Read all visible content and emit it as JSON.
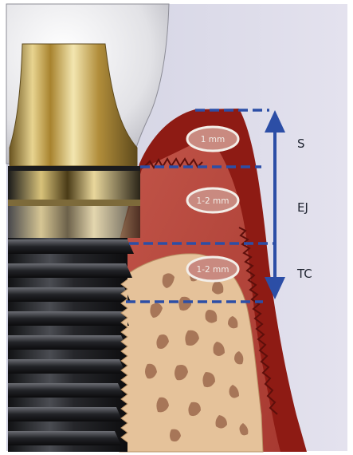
{
  "diagram": {
    "measurements": [
      {
        "id": "sulcus",
        "value": "1 mm"
      },
      {
        "id": "junctional-epithelium",
        "value": "1-2 mm"
      },
      {
        "id": "connective-tissue",
        "value": "1-2 mm"
      }
    ],
    "labels": {
      "sulcus": "S",
      "junctional_epithelium": "EJ",
      "connective_tissue": "TC"
    },
    "colors": {
      "background": "#d6d6e7",
      "gingiva_outer": "#8e1b14",
      "gingiva_inner": "#b9473d",
      "bone": "#e5c29a",
      "bone_marrow": "#9a6a4c",
      "implant_body": "#2b2c30",
      "abutment_gold": "#c8a24e",
      "crown": "#e6e6e9",
      "measure_marker": "#2c4ea6",
      "ellipse_fill": "#c98a80",
      "ellipse_stroke": "#f3eee8"
    },
    "icons": [
      "double-arrow-icon"
    ]
  }
}
